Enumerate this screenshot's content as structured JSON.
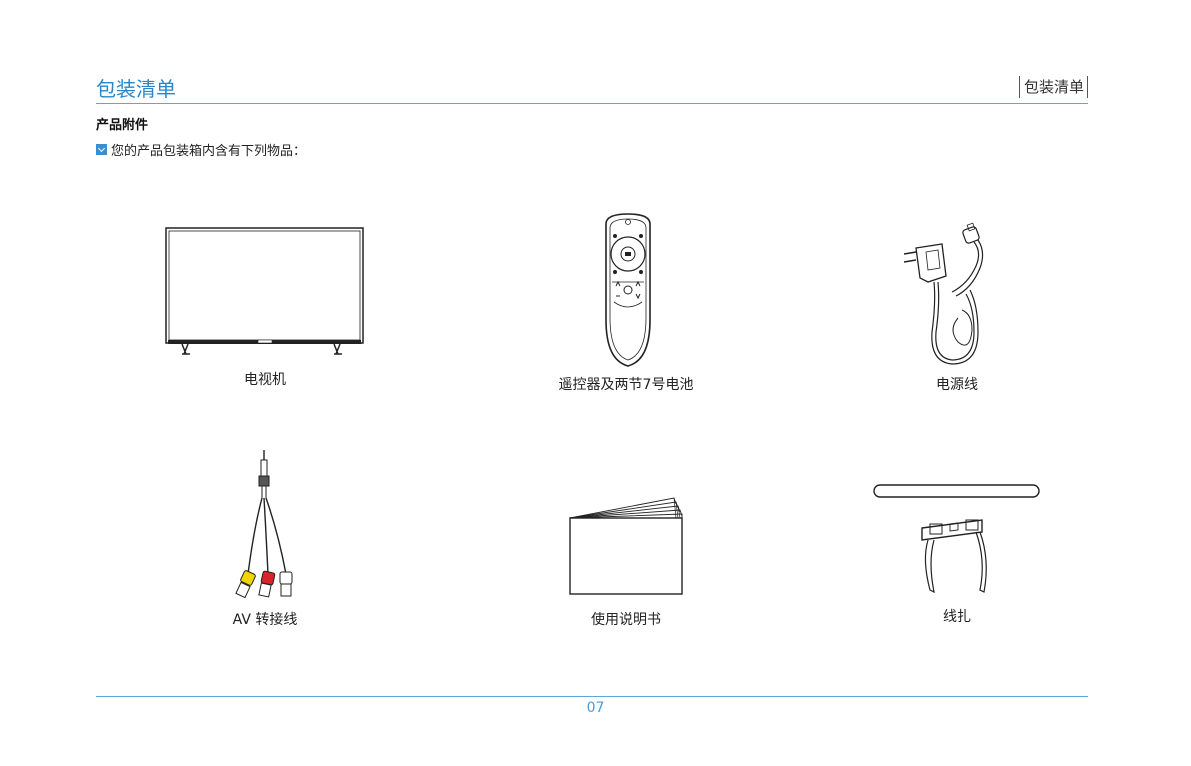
{
  "header": {
    "title": "包装清单",
    "tab": "包装清单"
  },
  "section": {
    "heading": "产品附件",
    "intro": "您的产品包装箱内含有下列物品："
  },
  "items": [
    {
      "label": "电视机",
      "icon": "tv-icon"
    },
    {
      "label": "遥控器及两节7号电池",
      "icon": "remote-control-icon"
    },
    {
      "label": "电源线",
      "icon": "power-cord-icon"
    },
    {
      "label": "AV 转接线",
      "icon": "av-cable-icon"
    },
    {
      "label": "使用说明书",
      "icon": "manual-icon"
    },
    {
      "label": "线扎",
      "icon": "cable-tie-icon"
    }
  ],
  "footer": {
    "page_number": "07"
  },
  "colors": {
    "accent": "#2a86c8",
    "rule": "#5aa9dc",
    "av_yellow": "#f2d500",
    "av_red": "#d8232a",
    "av_white": "#ffffff"
  }
}
